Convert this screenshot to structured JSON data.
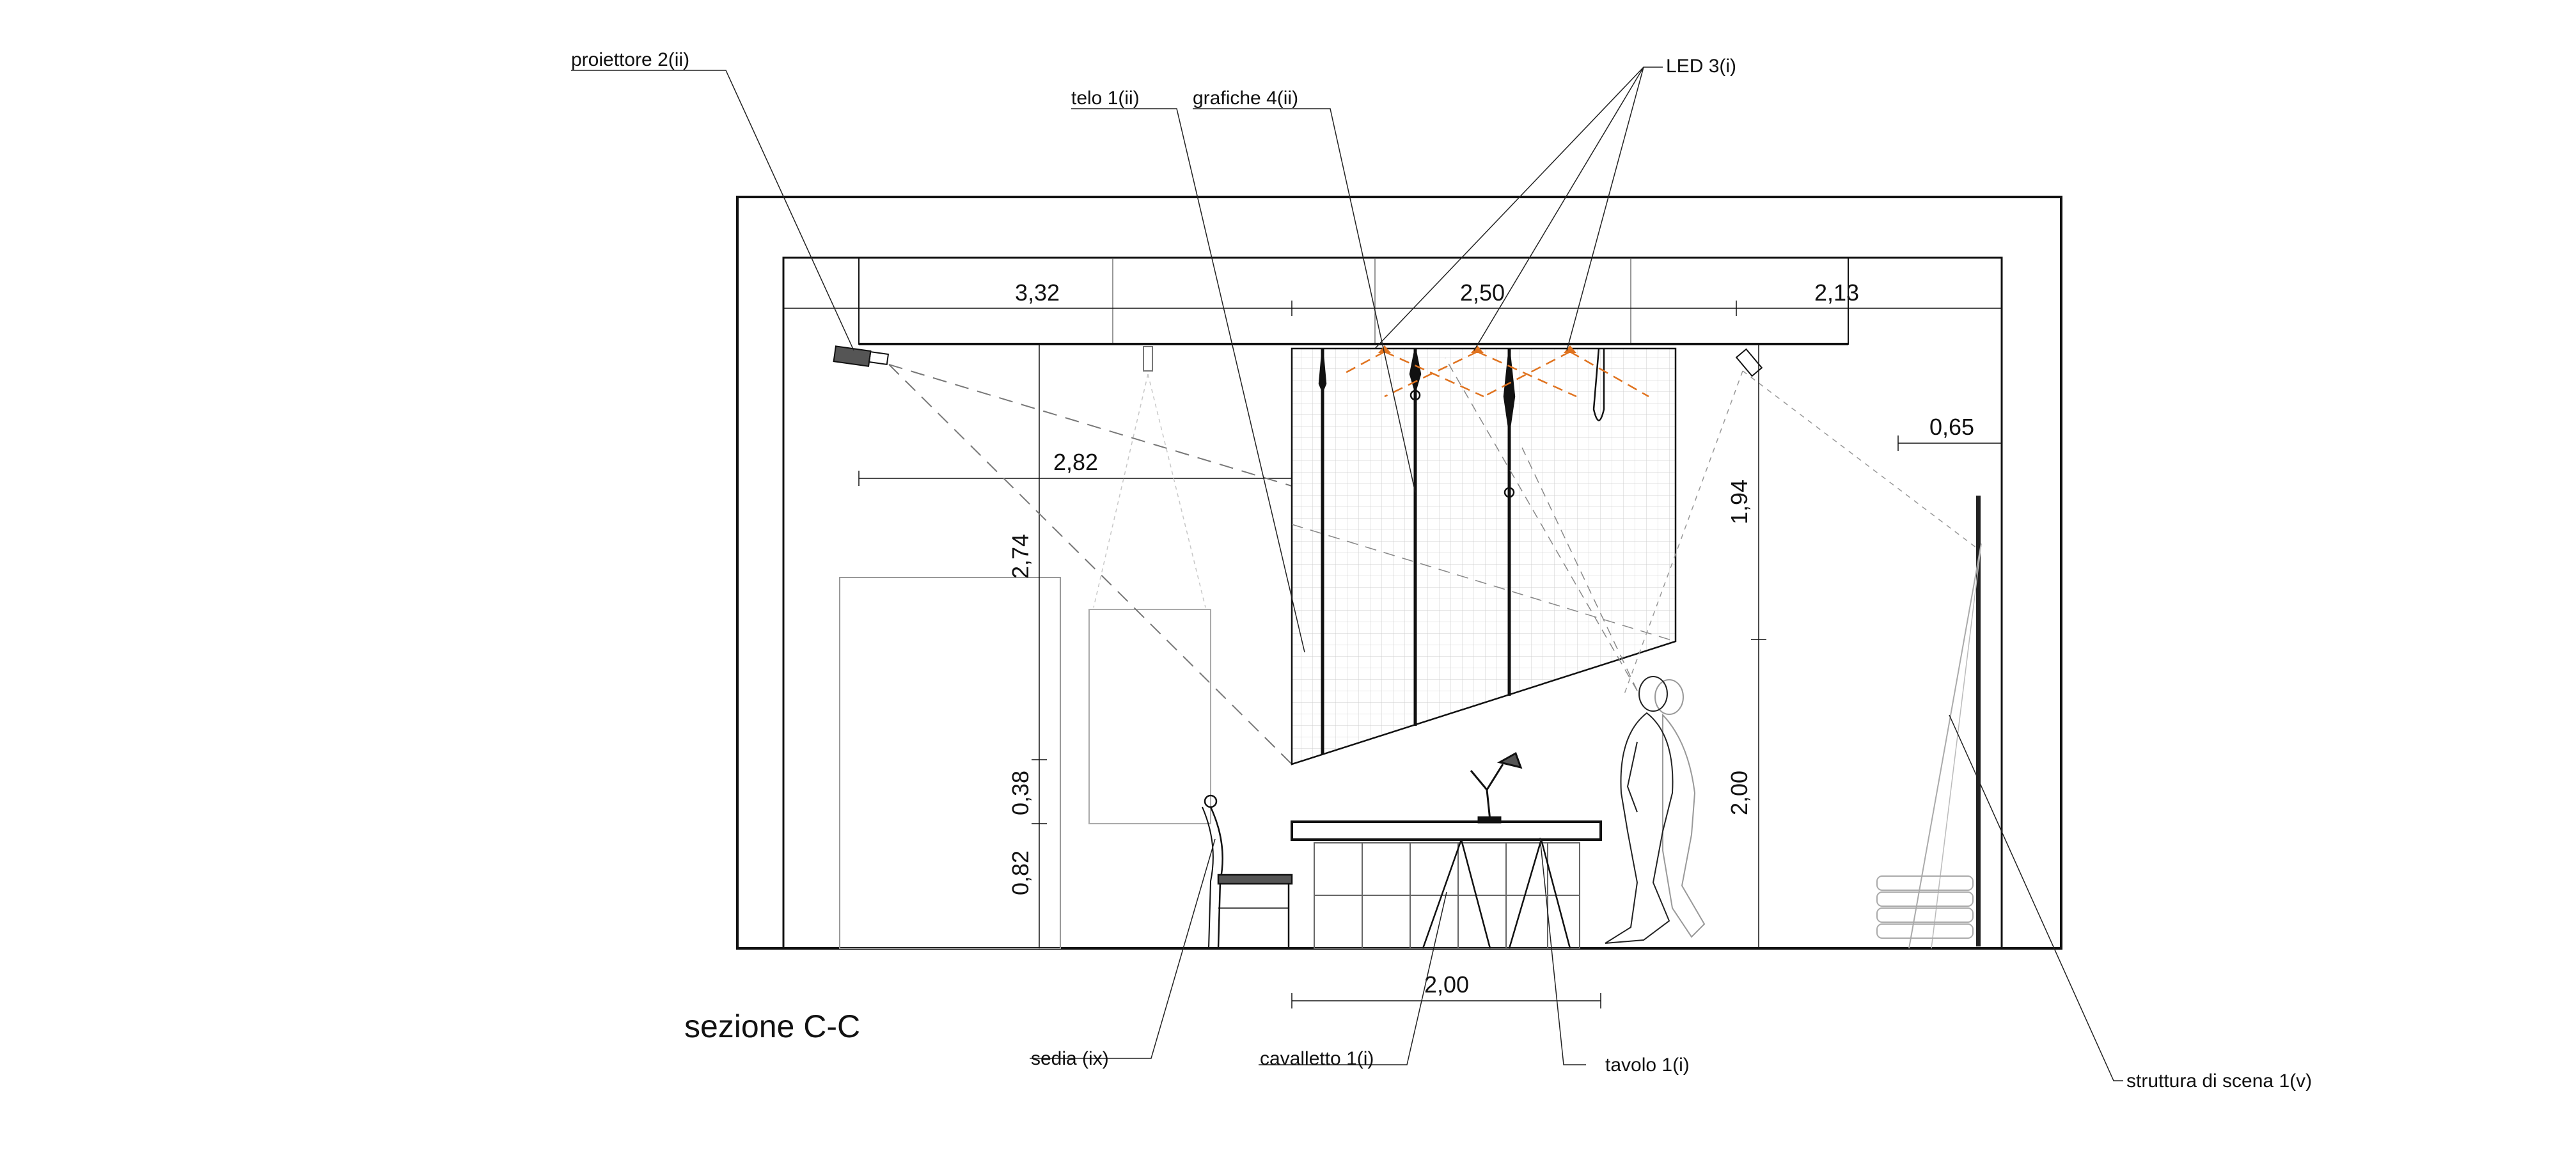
{
  "title": "sezione C-C",
  "colors": {
    "line": "#111111",
    "thin": "#555555",
    "faint": "#9a9a9a",
    "led": "#e0731f",
    "background": "#ffffff"
  },
  "labels": {
    "proiettore": "proiettore 2(ii)",
    "telo": "telo 1(ii)",
    "grafiche": "grafiche 4(ii)",
    "led": "LED 3(i)",
    "sedia": "sedia (ix)",
    "cavalletto": "cavalletto 1(i)",
    "tavolo": "tavolo 1(i)",
    "struttura": "struttura di scena 1(v)"
  },
  "dimensions": {
    "top_left": "3,32",
    "top_center": "2,50",
    "top_right": "2,13",
    "right_offset": "0,65",
    "projector_offset": "2,82",
    "height_upper": "2,74",
    "height_middle": "0,38",
    "height_lower": "0,82",
    "right_upper": "1,94",
    "right_lower": "2,00",
    "table_width": "2,00"
  }
}
